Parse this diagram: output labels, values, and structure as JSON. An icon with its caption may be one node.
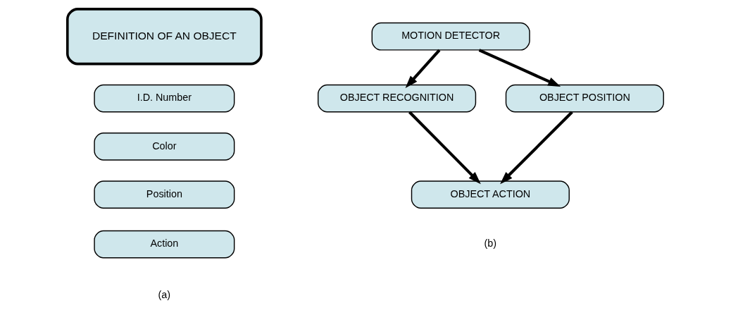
{
  "diagram": {
    "nodes": [
      {
        "text": [
          "DEFINITION OF AN OBJECT"
        ]
      },
      {
        "text": [
          "I.D. Number"
        ]
      },
      {
        "text": [
          "Color"
        ]
      },
      {
        "text": [
          "Position"
        ]
      },
      {
        "text": [
          "Action"
        ]
      },
      {
        "text": [
          "MOTION DETECTOR"
        ]
      },
      {
        "text": [
          "OBJECT RECOGNITION"
        ]
      },
      {
        "text": [
          "OBJECT POSITION"
        ]
      },
      {
        "text": [
          "OBJECT ACTION"
        ]
      }
    ],
    "edges": [
      {
        "from": 5,
        "to": 6,
        "arrow": "to"
      },
      {
        "from": 5,
        "to": 7,
        "arrow": "to"
      },
      {
        "from": 6,
        "to": 8,
        "arrow": "to"
      },
      {
        "from": 7,
        "to": 8,
        "arrow": "to"
      }
    ],
    "labels": [
      "(a)",
      "(b)"
    ]
  }
}
